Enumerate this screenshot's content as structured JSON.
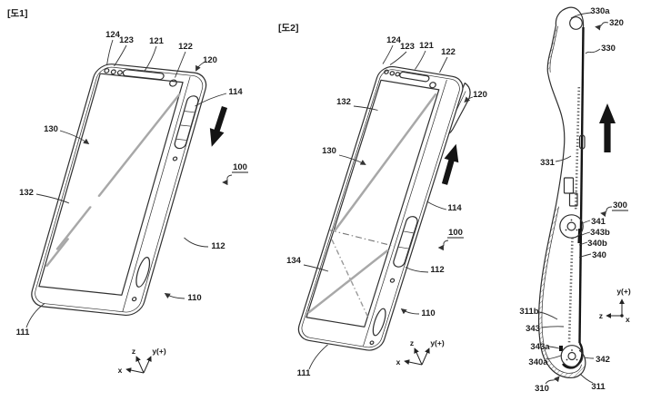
{
  "figure1": {
    "tag": "[도1]",
    "refs": {
      "r124": "124",
      "r123": "123",
      "r121": "121",
      "r122": "122",
      "r120": "120",
      "r114": "114",
      "r130": "130",
      "r132": "132",
      "r100": "100",
      "r112": "112",
      "r110": "110",
      "r111": "111"
    },
    "axes": {
      "z": "z",
      "y": "y(+)",
      "x": "x"
    }
  },
  "figure2": {
    "tag": "[도2]",
    "refs": {
      "r124": "124",
      "r123": "123",
      "r121": "121",
      "r122": "122",
      "r120": "120",
      "r132": "132",
      "r130": "130",
      "r134": "134",
      "r114": "114",
      "r100": "100",
      "r112": "112",
      "r110": "110",
      "r111": "111"
    },
    "axes": {
      "z": "z",
      "y": "y(+)",
      "x": "x"
    }
  },
  "figure3": {
    "refs": {
      "r330a": "330a",
      "r320": "320",
      "r330": "330",
      "r331": "331",
      "r300": "300",
      "r341": "341",
      "r343b": "343b",
      "r340b": "340b",
      "r340": "340",
      "r311b": "311b",
      "r343": "343",
      "r343a": "343a",
      "r340a": "340a",
      "r342": "342",
      "r310": "310",
      "r311": "311"
    },
    "axes": {
      "y": "y(+)",
      "z": "z",
      "x": "x"
    }
  },
  "colors": {
    "line": "#2f2f2f",
    "shine": "#a8a8a8",
    "arrow": "#141414",
    "background": "#ffffff"
  }
}
